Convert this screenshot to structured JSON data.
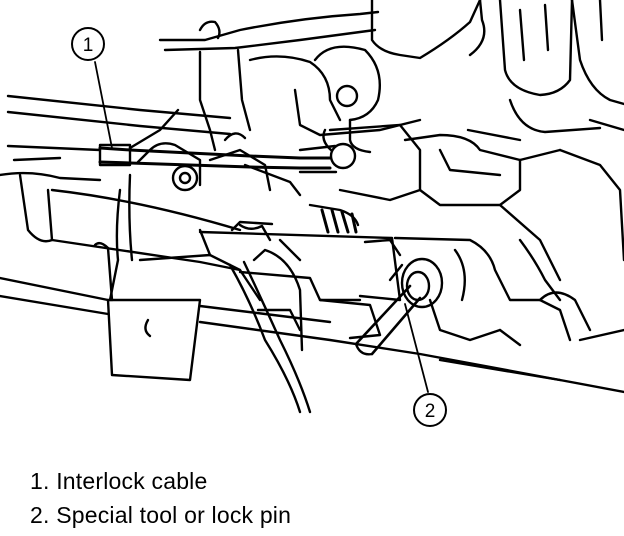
{
  "callouts": [
    {
      "number": "1"
    },
    {
      "number": "2"
    }
  ],
  "legend": [
    {
      "number": "1.",
      "text": "Interlock cable"
    },
    {
      "number": "2.",
      "text": "Special tool or lock pin"
    }
  ]
}
